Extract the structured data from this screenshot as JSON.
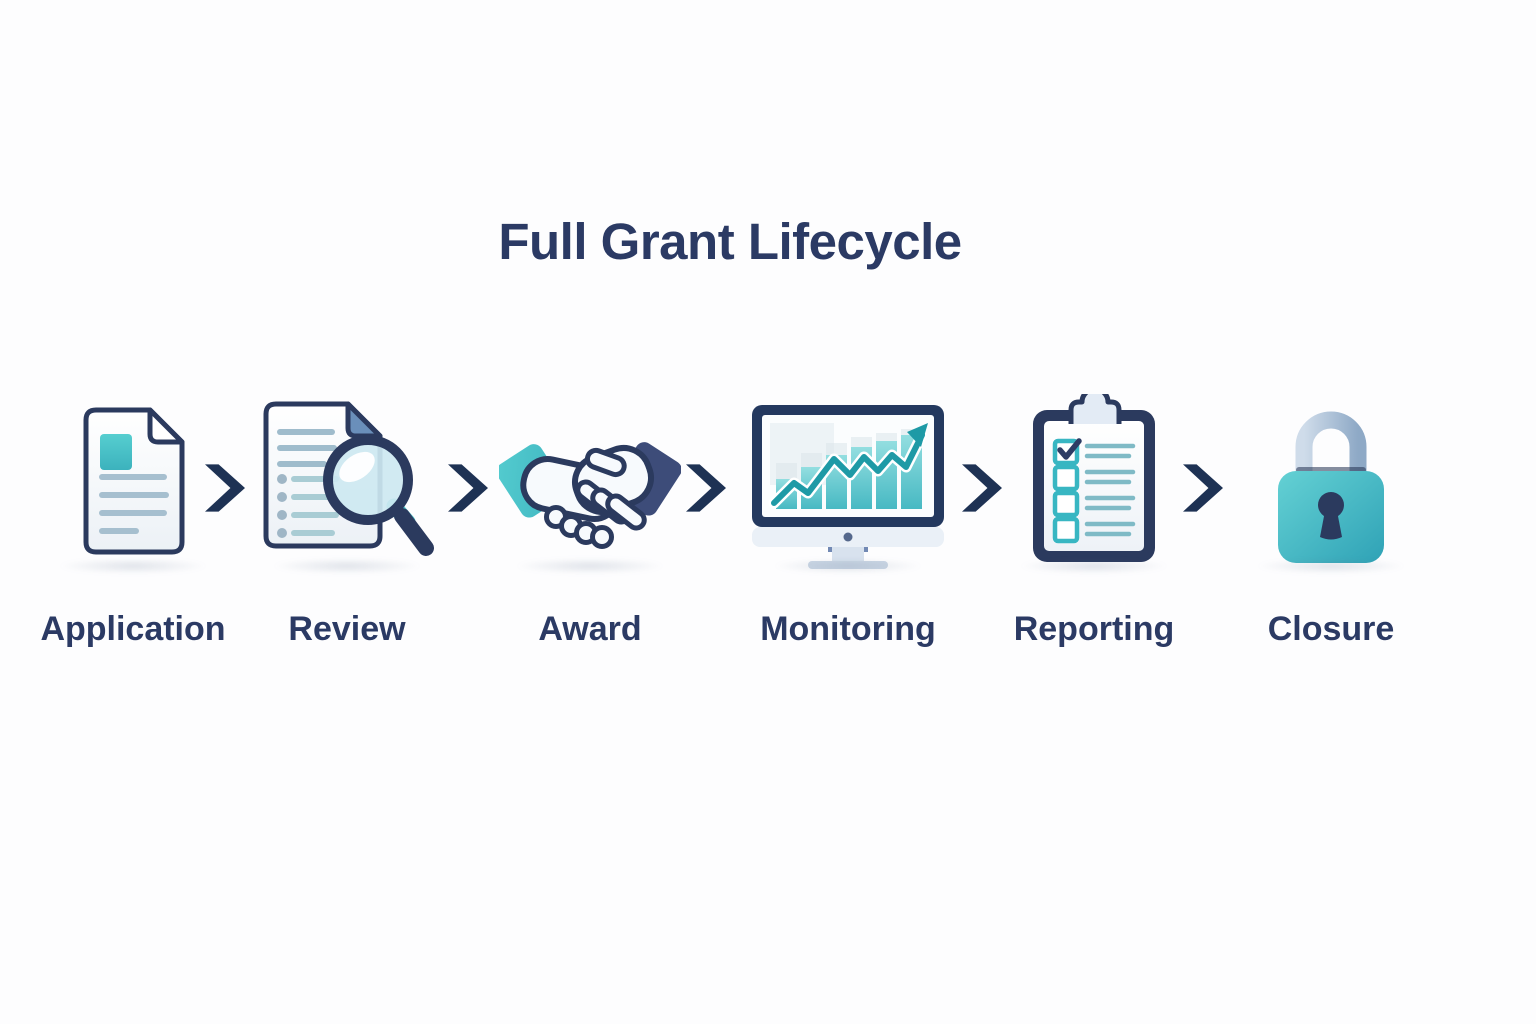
{
  "title": "Full Grant Lifecycle",
  "stages": [
    {
      "id": "application",
      "label": "Application",
      "icon": "document-icon"
    },
    {
      "id": "review",
      "label": "Review",
      "icon": "document-magnifier-icon"
    },
    {
      "id": "award",
      "label": "Award",
      "icon": "handshake-icon"
    },
    {
      "id": "monitoring",
      "label": "Monitoring",
      "icon": "monitor-chart-icon"
    },
    {
      "id": "reporting",
      "label": "Reporting",
      "icon": "clipboard-checklist-icon"
    },
    {
      "id": "closure",
      "label": "Closure",
      "icon": "padlock-icon"
    }
  ],
  "connector": {
    "type": "chevron-arrow",
    "count": 5,
    "color": "#1e3254"
  },
  "colors": {
    "navy_outline": "#2b3a5e",
    "title_text": "#2b3a64",
    "arrow_navy": "#1e3254",
    "teal_accent": "#4cc6ca",
    "teal_dark": "#37abb9",
    "detail_line_gray": "#a6bfcf",
    "fold_blue": "#6a8fba",
    "shackle_gray": "#9db4cc",
    "background": "#fdfdfe"
  }
}
